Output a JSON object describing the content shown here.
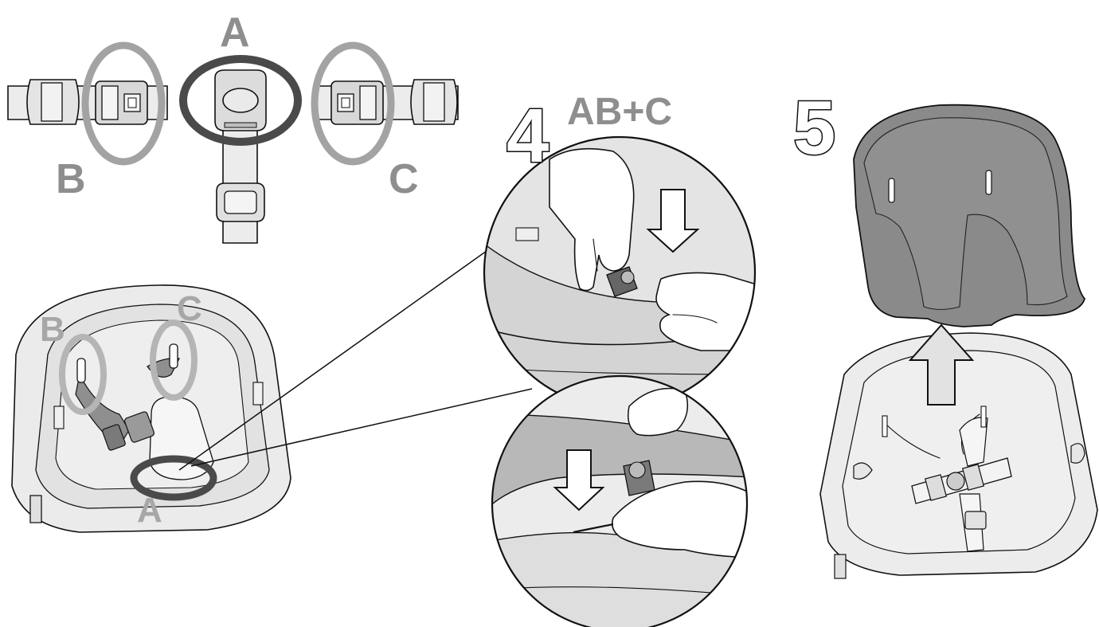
{
  "labels": {
    "top_a": "A",
    "top_b": "B",
    "top_c": "C",
    "seat_a": "A",
    "seat_b": "B",
    "seat_c": "C",
    "step4_number": "4",
    "step4_caption": "AB+C",
    "step5_number": "5"
  },
  "colors": {
    "circle_dark": "#4a4a4a",
    "circle_light": "#a3a3a3",
    "seat_fill": "#ebebeb",
    "insert_fill": "#8a8a8a",
    "skin": "#ffffff",
    "detail_bg": "#dcdcdc"
  },
  "icons": {
    "down_arrow": "down-arrow-icon",
    "up_arrow": "up-arrow-icon"
  }
}
